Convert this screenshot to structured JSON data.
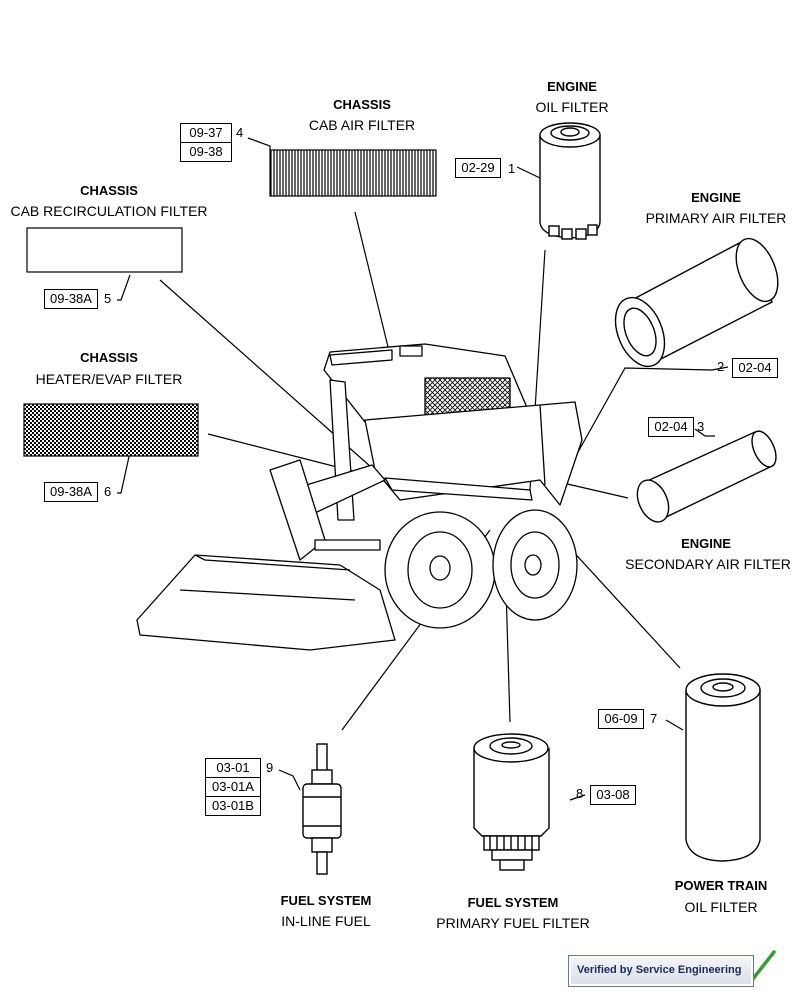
{
  "parts": {
    "p1": {
      "category": "ENGINE",
      "name": "OIL FILTER",
      "item": "1",
      "refs": [
        "02-29"
      ]
    },
    "p2": {
      "category": "ENGINE",
      "name": "PRIMARY AIR FILTER",
      "item": "2",
      "refs": [
        "02-04"
      ]
    },
    "p3": {
      "category": "ENGINE",
      "name": "SECONDARY AIR FILTER",
      "item": "3",
      "refs": [
        "02-04"
      ]
    },
    "p4": {
      "category": "CHASSIS",
      "name": "CAB AIR FILTER",
      "item": "4",
      "refs": [
        "09-37",
        "09-38"
      ]
    },
    "p5": {
      "category": "CHASSIS",
      "name": "CAB RECIRCULATION FILTER",
      "item": "5",
      "refs": [
        "09-38A"
      ]
    },
    "p6": {
      "category": "CHASSIS",
      "name": "HEATER/EVAP FILTER",
      "item": "6",
      "refs": [
        "09-38A"
      ]
    },
    "p7": {
      "category": "POWER TRAIN",
      "name": "OIL FILTER",
      "item": "7",
      "refs": [
        "06-09"
      ]
    },
    "p8": {
      "category": "FUEL SYSTEM",
      "name": "PRIMARY FUEL FILTER",
      "item": "8",
      "refs": [
        "03-08"
      ]
    },
    "p9": {
      "category": "FUEL SYSTEM",
      "name": "IN-LINE FUEL",
      "item": "9",
      "refs": [
        "03-01",
        "03-01A",
        "03-01B"
      ]
    }
  },
  "badge": {
    "text": "Verified by Service Engineering"
  },
  "colors": {
    "line": "#000000",
    "badge_text": "#1b2a5a",
    "check": "#3a9a3a"
  }
}
